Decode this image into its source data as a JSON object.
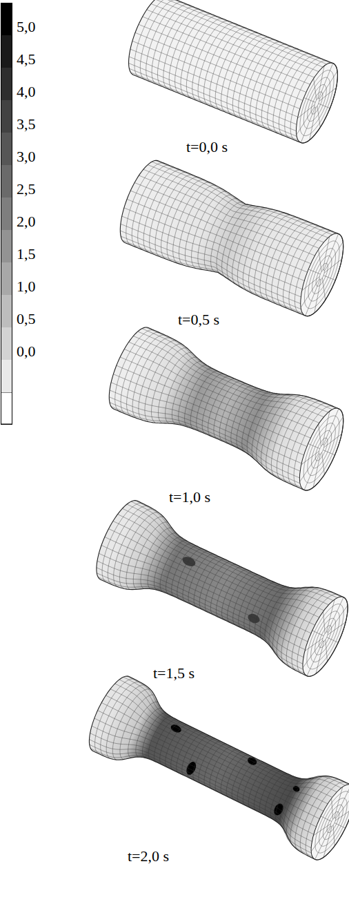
{
  "diagram": {
    "labels": [
      "t=0,0 s",
      "t=0,5 s",
      "t=1,0 s",
      "t=1,5 s",
      "t=2,0 s"
    ],
    "legend": [
      {
        "text": "5,0",
        "color": "#1a1a1a"
      },
      {
        "text": "4,5",
        "color": "#2e2e2e"
      },
      {
        "text": "4,0",
        "color": "#424242"
      },
      {
        "text": "3,5",
        "color": "#565656"
      },
      {
        "text": "3,0",
        "color": "#6a6a6a"
      },
      {
        "text": "2,5",
        "color": "#7e7e7e"
      },
      {
        "text": "2,0",
        "color": "#939393"
      },
      {
        "text": "1,5",
        "color": "#a8a8a8"
      },
      {
        "text": "1,0",
        "color": "#bdbdbd"
      },
      {
        "text": "0,5",
        "color": "#d3d3d3"
      },
      {
        "text": "0,0",
        "color": "#e9e9e9"
      }
    ]
  }
}
